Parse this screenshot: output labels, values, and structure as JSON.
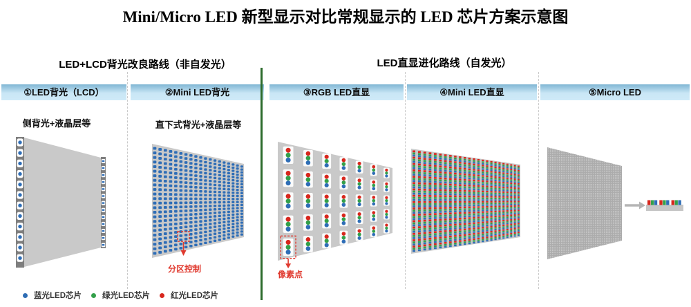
{
  "title": "Mini/Micro LED 新型显示对比常规显示的 LED 芯片方案示意图",
  "sections": {
    "left_title": "LED+LCD背光改良路线（非自发光）",
    "right_title": "LED直显进化路线（自发光）"
  },
  "columns": [
    {
      "header": "①LED背光（LCD）"
    },
    {
      "header": "②Mini LED背光"
    },
    {
      "header": "③RGB LED直显"
    },
    {
      "header": "④Mini LED直显"
    },
    {
      "header": "⑤Micro LED"
    }
  ],
  "panel_labels": {
    "edge_backlight": "侧背光+液晶层等",
    "direct_backlight": "直下式背光+液晶层等"
  },
  "annotations": {
    "partition_control": "分区控制",
    "pixel_point": "像素点"
  },
  "legend": [
    {
      "label": "蓝光LED芯片",
      "color": "#2e6db4"
    },
    {
      "label": "绿光LED芯片",
      "color": "#33a04a"
    },
    {
      "label": "红光LED芯片",
      "color": "#d8271d"
    }
  ],
  "colors": {
    "blue_led": "#2e6db6",
    "green_led": "#33a04a",
    "red_led": "#d8271d",
    "panel_gray": "#c9c9c9",
    "strip_gray": "#7e7e7e",
    "annotation_red": "#e0392e",
    "divider_green": "#2c6b2c",
    "arrow_gray": "#b5b5b5"
  }
}
